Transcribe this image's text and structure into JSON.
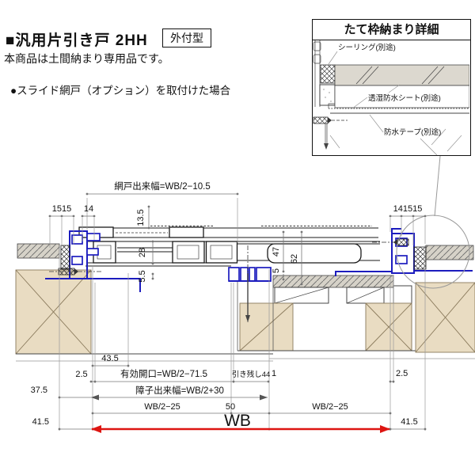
{
  "header": {
    "title": "■汎用片引き戸 2HH",
    "badge": "外付型",
    "note": "本商品は土間納まり専用品です。",
    "bullet": "●スライド網戸（オプション）を取付けた場合"
  },
  "detail_box": {
    "title": "たて枠納まり詳細",
    "sealing_label": "シーリング(別途)",
    "sheet_label": "透湿防水シート(別途)",
    "tape_label": "防水テープ(別途)"
  },
  "dims": {
    "screen_width": "網戸出来幅=WB/2−10.5",
    "left_15_15": "1515",
    "left_14": "14",
    "right_14_15_15": "141515",
    "h13_5": "13.5",
    "h28": "28",
    "h5_5": "5.5",
    "h47": "47",
    "h62": "62",
    "h5": "5",
    "d43_5": "43.5",
    "d2_5_left": "2.5",
    "effective_opening": "有効開口=WB/2−71.5",
    "pull_remainder": "引き残し44",
    "d1": "1",
    "d2_5_right": "2.5",
    "d37_5": "37.5",
    "shoji_width": "障子出来幅=WB/2+30",
    "wb_half_left": "WB/2−25",
    "d50": "50",
    "wb_half_right": "WB/2−25",
    "d41_5_left": "41.5",
    "wb": "WB",
    "d41_5_right": "41.5"
  },
  "colors": {
    "frame_blue": "#1c1cbe",
    "wall_tan": "#e9dcc2",
    "siding_gray": "#d6d2c8",
    "wb_arrow_red": "#dd1511",
    "dim_gray": "#777777"
  }
}
